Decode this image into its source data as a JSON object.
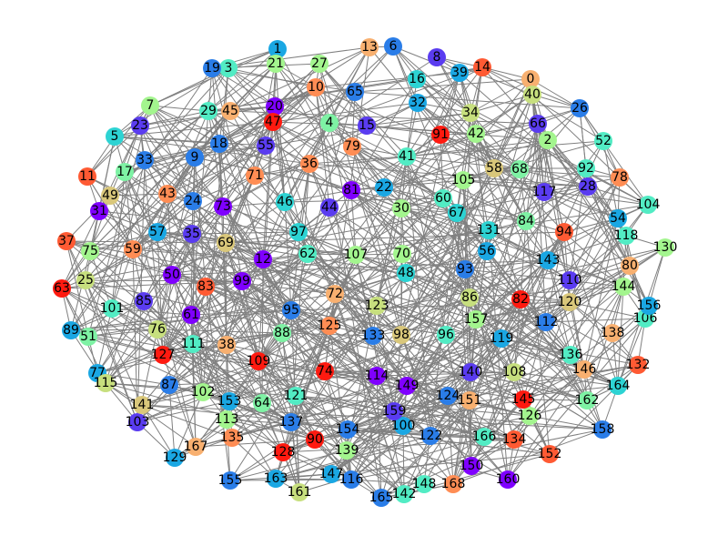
{
  "graph": {
    "node_count": 169,
    "edge_color": "#808080",
    "palette": {
      "violet": "#7f00ff",
      "indigo": "#5a3cf0",
      "blue": "#2a7de8",
      "azure": "#1aa7e3",
      "cyan": "#2dd3d3",
      "aqua": "#52ecc4",
      "mint": "#7ef2a4",
      "green": "#a3f58e",
      "lime": "#c7df7e",
      "sand": "#d9c77a",
      "peach": "#f8b070",
      "orange": "#ff8d54",
      "tomato": "#ff5a33",
      "red": "#ff1a10"
    },
    "nodes": [
      {
        "id": "0",
        "color": "peach"
      },
      {
        "id": "1",
        "color": "azure"
      },
      {
        "id": "2",
        "color": "green"
      },
      {
        "id": "3",
        "color": "aqua"
      },
      {
        "id": "4",
        "color": "mint"
      },
      {
        "id": "5",
        "color": "cyan"
      },
      {
        "id": "6",
        "color": "blue"
      },
      {
        "id": "7",
        "color": "green"
      },
      {
        "id": "8",
        "color": "indigo"
      },
      {
        "id": "9",
        "color": "blue"
      },
      {
        "id": "10",
        "color": "orange"
      },
      {
        "id": "11",
        "color": "tomato"
      },
      {
        "id": "12",
        "color": "violet"
      },
      {
        "id": "13",
        "color": "peach"
      },
      {
        "id": "14",
        "color": "tomato"
      },
      {
        "id": "15",
        "color": "indigo"
      },
      {
        "id": "16",
        "color": "cyan"
      },
      {
        "id": "17",
        "color": "mint"
      },
      {
        "id": "18",
        "color": "blue"
      },
      {
        "id": "19",
        "color": "blue"
      },
      {
        "id": "20",
        "color": "violet"
      },
      {
        "id": "21",
        "color": "green"
      },
      {
        "id": "22",
        "color": "azure"
      },
      {
        "id": "23",
        "color": "indigo"
      },
      {
        "id": "24",
        "color": "blue"
      },
      {
        "id": "25",
        "color": "lime"
      },
      {
        "id": "26",
        "color": "blue"
      },
      {
        "id": "27",
        "color": "green"
      },
      {
        "id": "28",
        "color": "indigo"
      },
      {
        "id": "29",
        "color": "aqua"
      },
      {
        "id": "30",
        "color": "green"
      },
      {
        "id": "31",
        "color": "violet"
      },
      {
        "id": "32",
        "color": "azure"
      },
      {
        "id": "33",
        "color": "blue"
      },
      {
        "id": "34",
        "color": "lime"
      },
      {
        "id": "35",
        "color": "indigo"
      },
      {
        "id": "36",
        "color": "orange"
      },
      {
        "id": "37",
        "color": "tomato"
      },
      {
        "id": "38",
        "color": "peach"
      },
      {
        "id": "39",
        "color": "azure"
      },
      {
        "id": "40",
        "color": "lime"
      },
      {
        "id": "41",
        "color": "aqua"
      },
      {
        "id": "42",
        "color": "green"
      },
      {
        "id": "43",
        "color": "orange"
      },
      {
        "id": "44",
        "color": "indigo"
      },
      {
        "id": "45",
        "color": "peach"
      },
      {
        "id": "46",
        "color": "cyan"
      },
      {
        "id": "47",
        "color": "red"
      },
      {
        "id": "48",
        "color": "cyan"
      },
      {
        "id": "49",
        "color": "sand"
      },
      {
        "id": "50",
        "color": "violet"
      },
      {
        "id": "51",
        "color": "mint"
      },
      {
        "id": "52",
        "color": "aqua"
      },
      {
        "id": "54",
        "color": "azure"
      },
      {
        "id": "55",
        "color": "indigo"
      },
      {
        "id": "56",
        "color": "azure"
      },
      {
        "id": "57",
        "color": "azure"
      },
      {
        "id": "58",
        "color": "sand"
      },
      {
        "id": "59",
        "color": "orange"
      },
      {
        "id": "60",
        "color": "aqua"
      },
      {
        "id": "61",
        "color": "violet"
      },
      {
        "id": "62",
        "color": "aqua"
      },
      {
        "id": "63",
        "color": "red"
      },
      {
        "id": "64",
        "color": "mint"
      },
      {
        "id": "65",
        "color": "blue"
      },
      {
        "id": "66",
        "color": "indigo"
      },
      {
        "id": "67",
        "color": "cyan"
      },
      {
        "id": "68",
        "color": "mint"
      },
      {
        "id": "69",
        "color": "sand"
      },
      {
        "id": "70",
        "color": "green"
      },
      {
        "id": "71",
        "color": "orange"
      },
      {
        "id": "72",
        "color": "peach"
      },
      {
        "id": "73",
        "color": "violet"
      },
      {
        "id": "74",
        "color": "red"
      },
      {
        "id": "75",
        "color": "green"
      },
      {
        "id": "76",
        "color": "lime"
      },
      {
        "id": "77",
        "color": "azure"
      },
      {
        "id": "78",
        "color": "orange"
      },
      {
        "id": "79",
        "color": "orange"
      },
      {
        "id": "80",
        "color": "peach"
      },
      {
        "id": "81",
        "color": "violet"
      },
      {
        "id": "82",
        "color": "red"
      },
      {
        "id": "83",
        "color": "tomato"
      },
      {
        "id": "84",
        "color": "mint"
      },
      {
        "id": "85",
        "color": "indigo"
      },
      {
        "id": "86",
        "color": "lime"
      },
      {
        "id": "87",
        "color": "blue"
      },
      {
        "id": "88",
        "color": "mint"
      },
      {
        "id": "89",
        "color": "azure"
      },
      {
        "id": "90",
        "color": "red"
      },
      {
        "id": "91",
        "color": "red"
      },
      {
        "id": "92",
        "color": "aqua"
      },
      {
        "id": "93",
        "color": "blue"
      },
      {
        "id": "94",
        "color": "tomato"
      },
      {
        "id": "95",
        "color": "blue"
      },
      {
        "id": "96",
        "color": "aqua"
      },
      {
        "id": "97",
        "color": "cyan"
      },
      {
        "id": "98",
        "color": "sand"
      },
      {
        "id": "99",
        "color": "violet"
      },
      {
        "id": "100",
        "color": "azure"
      },
      {
        "id": "101",
        "color": "aqua"
      },
      {
        "id": "102",
        "color": "green"
      },
      {
        "id": "103",
        "color": "indigo"
      },
      {
        "id": "104",
        "color": "aqua"
      },
      {
        "id": "105",
        "color": "green"
      },
      {
        "id": "106",
        "color": "aqua"
      },
      {
        "id": "107",
        "color": "green"
      },
      {
        "id": "108",
        "color": "lime"
      },
      {
        "id": "109",
        "color": "red"
      },
      {
        "id": "110",
        "color": "indigo"
      },
      {
        "id": "111",
        "color": "aqua"
      },
      {
        "id": "112",
        "color": "blue"
      },
      {
        "id": "113",
        "color": "green"
      },
      {
        "id": "114",
        "color": "violet"
      },
      {
        "id": "115",
        "color": "lime"
      },
      {
        "id": "116",
        "color": "blue"
      },
      {
        "id": "117",
        "color": "indigo"
      },
      {
        "id": "118",
        "color": "aqua"
      },
      {
        "id": "119",
        "color": "azure"
      },
      {
        "id": "120",
        "color": "sand"
      },
      {
        "id": "121",
        "color": "aqua"
      },
      {
        "id": "122",
        "color": "blue"
      },
      {
        "id": "123",
        "color": "lime"
      },
      {
        "id": "124",
        "color": "blue"
      },
      {
        "id": "125",
        "color": "orange"
      },
      {
        "id": "126",
        "color": "green"
      },
      {
        "id": "127",
        "color": "red"
      },
      {
        "id": "128",
        "color": "red"
      },
      {
        "id": "129",
        "color": "azure"
      },
      {
        "id": "130",
        "color": "green"
      },
      {
        "id": "131",
        "color": "cyan"
      },
      {
        "id": "132",
        "color": "tomato"
      },
      {
        "id": "133",
        "color": "blue"
      },
      {
        "id": "134",
        "color": "tomato"
      },
      {
        "id": "135",
        "color": "orange"
      },
      {
        "id": "136",
        "color": "aqua"
      },
      {
        "id": "137",
        "color": "blue"
      },
      {
        "id": "138",
        "color": "peach"
      },
      {
        "id": "139",
        "color": "green"
      },
      {
        "id": "140",
        "color": "indigo"
      },
      {
        "id": "141",
        "color": "sand"
      },
      {
        "id": "142",
        "color": "aqua"
      },
      {
        "id": "143",
        "color": "azure"
      },
      {
        "id": "144",
        "color": "green"
      },
      {
        "id": "145",
        "color": "red"
      },
      {
        "id": "146",
        "color": "peach"
      },
      {
        "id": "147",
        "color": "azure"
      },
      {
        "id": "148",
        "color": "aqua"
      },
      {
        "id": "149",
        "color": "violet"
      },
      {
        "id": "150",
        "color": "violet"
      },
      {
        "id": "151",
        "color": "peach"
      },
      {
        "id": "152",
        "color": "tomato"
      },
      {
        "id": "153",
        "color": "azure"
      },
      {
        "id": "154",
        "color": "blue"
      },
      {
        "id": "155",
        "color": "blue"
      },
      {
        "id": "156",
        "color": "azure"
      },
      {
        "id": "157",
        "color": "green"
      },
      {
        "id": "158",
        "color": "blue"
      },
      {
        "id": "159",
        "color": "indigo"
      },
      {
        "id": "160",
        "color": "violet"
      },
      {
        "id": "161",
        "color": "lime"
      },
      {
        "id": "162",
        "color": "mint"
      },
      {
        "id": "163",
        "color": "azure"
      },
      {
        "id": "164",
        "color": "cyan"
      },
      {
        "id": "165",
        "color": "blue"
      },
      {
        "id": "166",
        "color": "aqua"
      },
      {
        "id": "167",
        "color": "peach"
      },
      {
        "id": "168",
        "color": "orange"
      }
    ]
  }
}
